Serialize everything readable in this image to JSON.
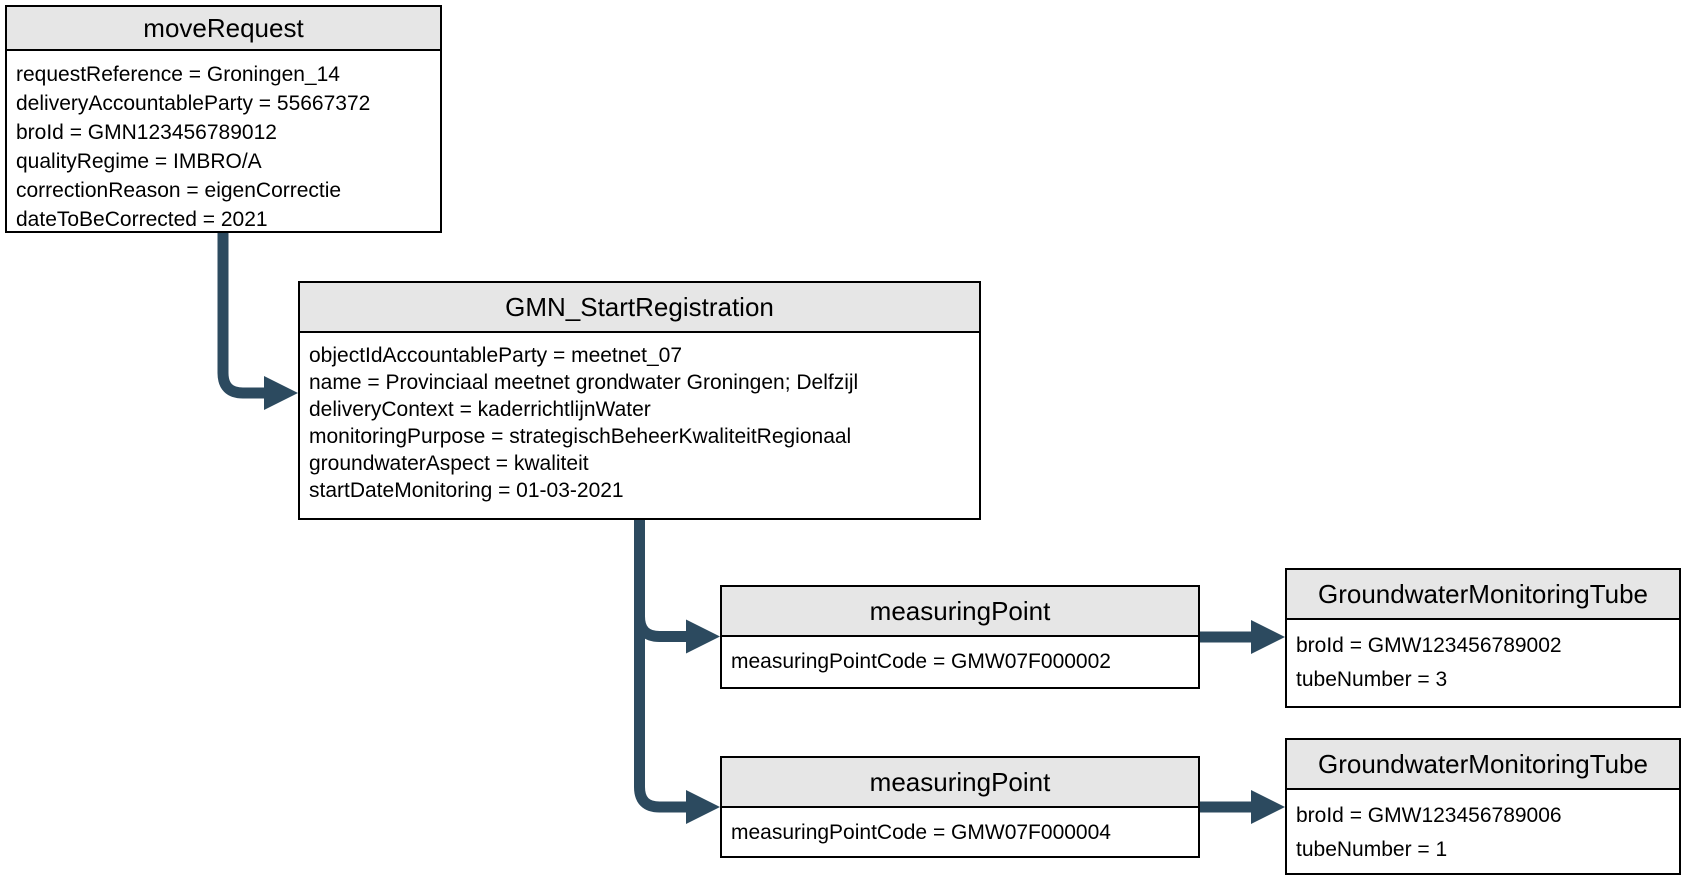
{
  "diagram": {
    "colors": {
      "background": "#ffffff",
      "arrow": "#2c4a5f",
      "header_fill": "#e6e6e6",
      "border": "#000000",
      "text": "#000000"
    },
    "nodes": [
      {
        "title": "moveRequest",
        "attributes": [
          "requestReference = Groningen_14",
          "deliveryAccountableParty = 55667372",
          "broId = GMN123456789012",
          "qualityRegime = IMBRO/A",
          "correctionReason = eigenCorrectie",
          "dateToBeCorrected = 2021"
        ]
      },
      {
        "title": "GMN_StartRegistration",
        "attributes": [
          "objectIdAccountableParty = meetnet_07",
          "name = Provinciaal meetnet grondwater Groningen; Delfzijl",
          "deliveryContext = kaderrichtlijnWater",
          "monitoringPurpose = strategischBeheerKwaliteitRegionaal",
          "groundwaterAspect = kwaliteit",
          "startDateMonitoring = 01-03-2021"
        ]
      },
      {
        "title": "measuringPoint",
        "attributes": [
          "measuringPointCode = GMW07F000002"
        ]
      },
      {
        "title": "GroundwaterMonitoringTube",
        "attributes": [
          "broId = GMW123456789002",
          "tubeNumber = 3"
        ]
      },
      {
        "title": "measuringPoint",
        "attributes": [
          "measuringPointCode = GMW07F000004"
        ]
      },
      {
        "title": "GroundwaterMonitoringTube",
        "attributes": [
          "broId = GMW123456789006",
          "tubeNumber = 1"
        ]
      }
    ]
  }
}
